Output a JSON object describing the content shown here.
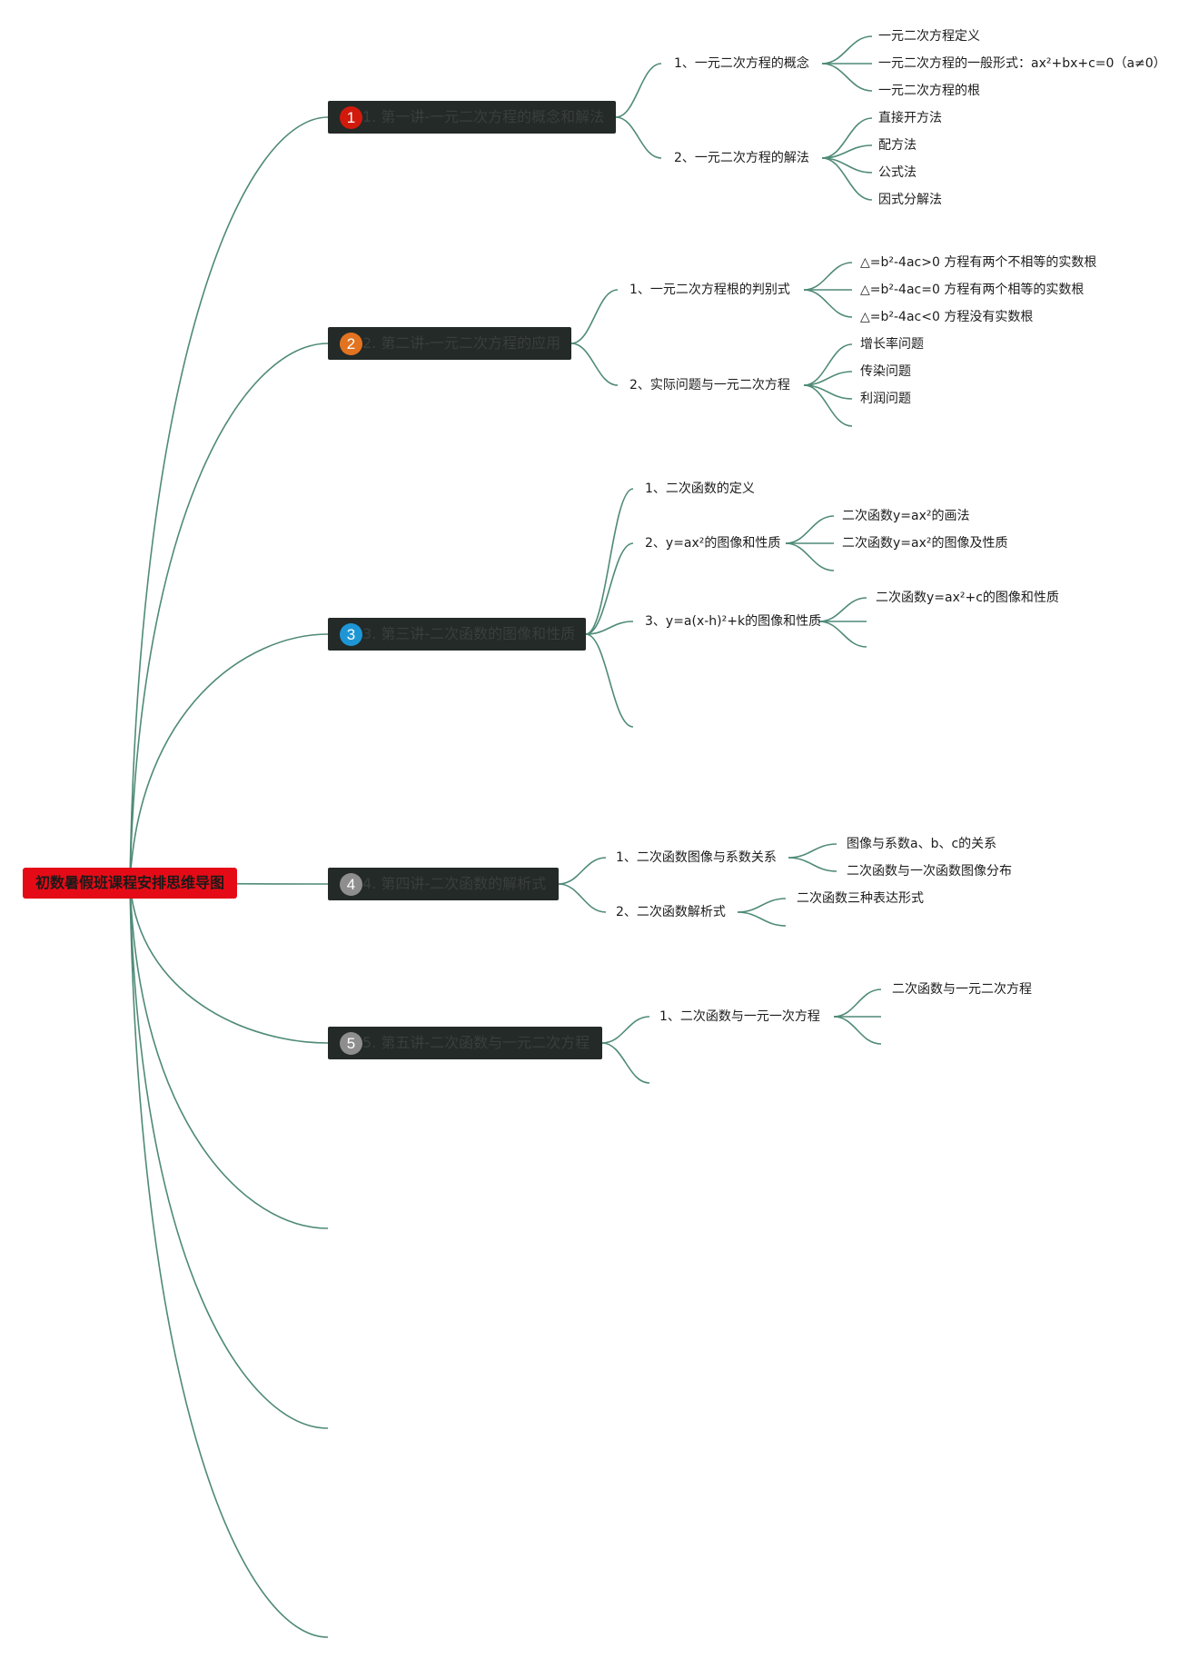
{
  "root": {
    "label": "初数暑假班课程安排思维导图",
    "color": "#e50b16"
  },
  "branches": [
    {
      "badge": "1",
      "badge_color": "#d21a0c",
      "label": "1. 第一讲-一元二次方程的概念和解法",
      "subs": [
        {
          "label": "1、一元二次方程的概念",
          "leaves": [
            "一元二次方程定义",
            "一元二次方程的一般形式：ax²+bx+c=0（a≠0）",
            "一元二次方程的根"
          ]
        },
        {
          "label": "2、一元二次方程的解法",
          "leaves": [
            "直接开方法",
            "配方法",
            "公式法",
            "因式分解法"
          ]
        }
      ]
    },
    {
      "badge": "2",
      "badge_color": "#e27320",
      "label": "2. 第二讲-一元二次方程的应用",
      "subs": [
        {
          "label": "1、一元二次方程根的判别式",
          "leaves": [
            "△=b²-4ac>0 方程有两个不相等的实数根",
            "△=b²-4ac=0 方程有两个相等的实数根",
            "△=b²-4ac<0 方程没有实数根"
          ]
        },
        {
          "label": "2、实际问题与一元二次方程",
          "leaves": [
            "增长率问题",
            "传染问题",
            "利润问题",
            ""
          ]
        }
      ]
    },
    {
      "badge": "3",
      "badge_color": "#1e96d6",
      "label": "3. 第三讲-二次函数的图像和性质",
      "subs": [
        {
          "label": "1、二次函数的定义",
          "leaves": []
        },
        {
          "label": "2、y=ax²的图像和性质",
          "leaves": [
            "二次函数y=ax²的画法",
            "二次函数y=ax²的图像及性质",
            ""
          ]
        },
        {
          "label": "3、y=a(x-h)²+k的图像和性质",
          "leaves": [
            "二次函数y=ax²+c的图像和性质",
            "",
            ""
          ]
        },
        {
          "label": "",
          "leaves": []
        }
      ]
    },
    {
      "badge": "4",
      "badge_color": "#8e8e8e",
      "label": "4. 第四讲-二次函数的解析式",
      "subs": [
        {
          "label": "1、二次函数图像与系数关系",
          "leaves": [
            "图像与系数a、b、c的关系",
            "二次函数与一次函数图像分布"
          ]
        },
        {
          "label": "2、二次函数解析式",
          "leaves": [
            "二次函数三种表达形式",
            ""
          ]
        }
      ]
    },
    {
      "badge": "5",
      "badge_color": "#8e8e8e",
      "label": "5. 第五讲-二次函数与一元二次方程",
      "subs": [
        {
          "label": "1、二次函数与一元一次方程",
          "leaves": [
            "二次函数与一元二次方程",
            "",
            ""
          ]
        },
        {
          "label": "",
          "leaves": []
        }
      ]
    }
  ]
}
